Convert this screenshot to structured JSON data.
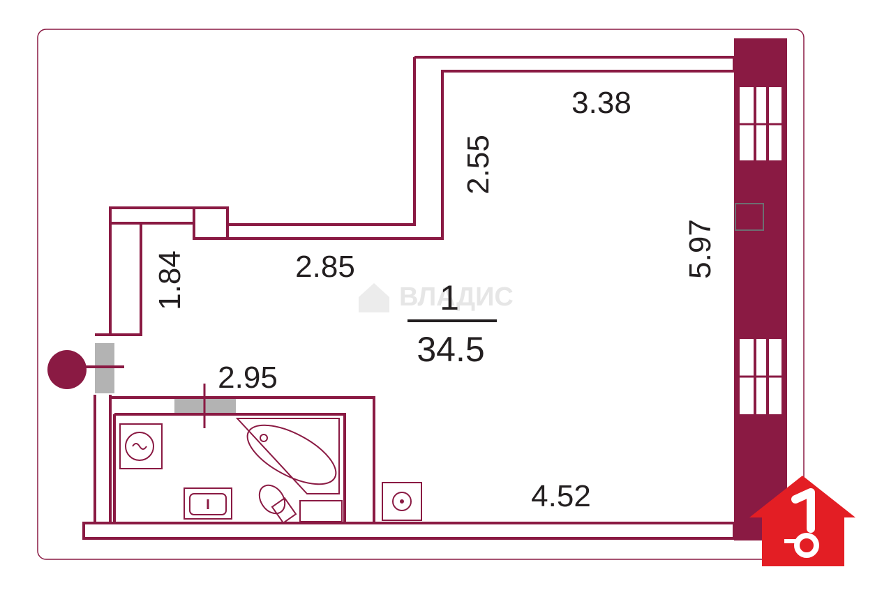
{
  "colors": {
    "wall": "#8a1a43",
    "frame_border": "#8a1a43",
    "door_gray": "#b3b3b3",
    "watermark": "#e6e6e6",
    "logo_red": "#e31e24",
    "text": "#231f20"
  },
  "room": {
    "number": "1",
    "area": "34.5"
  },
  "dimensions": {
    "top": "3.38",
    "upper_vertical": "2.55",
    "middle": "2.85",
    "left_vertical": "1.84",
    "bathroom": "2.95",
    "bottom": "4.52",
    "right_vertical": "5.97"
  },
  "watermark": {
    "text": "ВЛАДИС"
  },
  "icons": {
    "entry": "entry-marker-icon",
    "washer": "washing-machine-icon",
    "bathtub": "bathtub-icon",
    "sink": "sink-icon",
    "toilet": "toilet-icon",
    "kitchen_sink": "kitchen-sink-icon",
    "logo": "house-key-logo-icon"
  }
}
